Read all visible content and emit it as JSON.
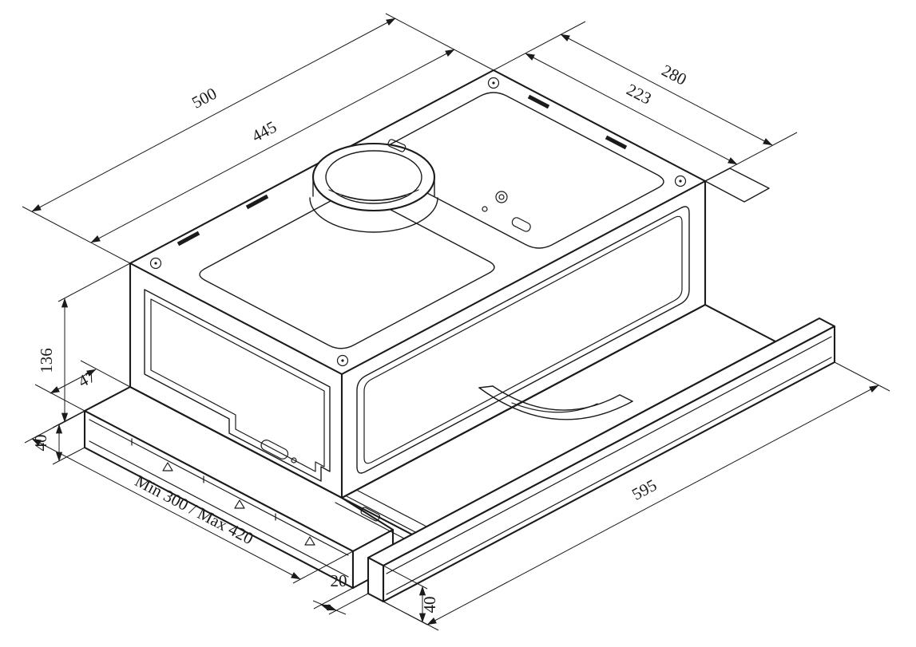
{
  "drawing": {
    "title": "telescopic-cooker-hood-isometric-dimension-drawing",
    "background": "#ffffff",
    "line_color": "#1b1b1b",
    "dimensions": {
      "top_left_outer": "500",
      "top_left_inner": "445",
      "top_right_outer": "280",
      "top_right_inner": "223",
      "body_height": "136",
      "bottom_box_offset": "47",
      "bottom_box_height": "40",
      "bottom_depth_range": "Min 300 / Max 420",
      "front_gap": "20",
      "front_panel_width": "595",
      "front_panel_height": "40"
    }
  }
}
